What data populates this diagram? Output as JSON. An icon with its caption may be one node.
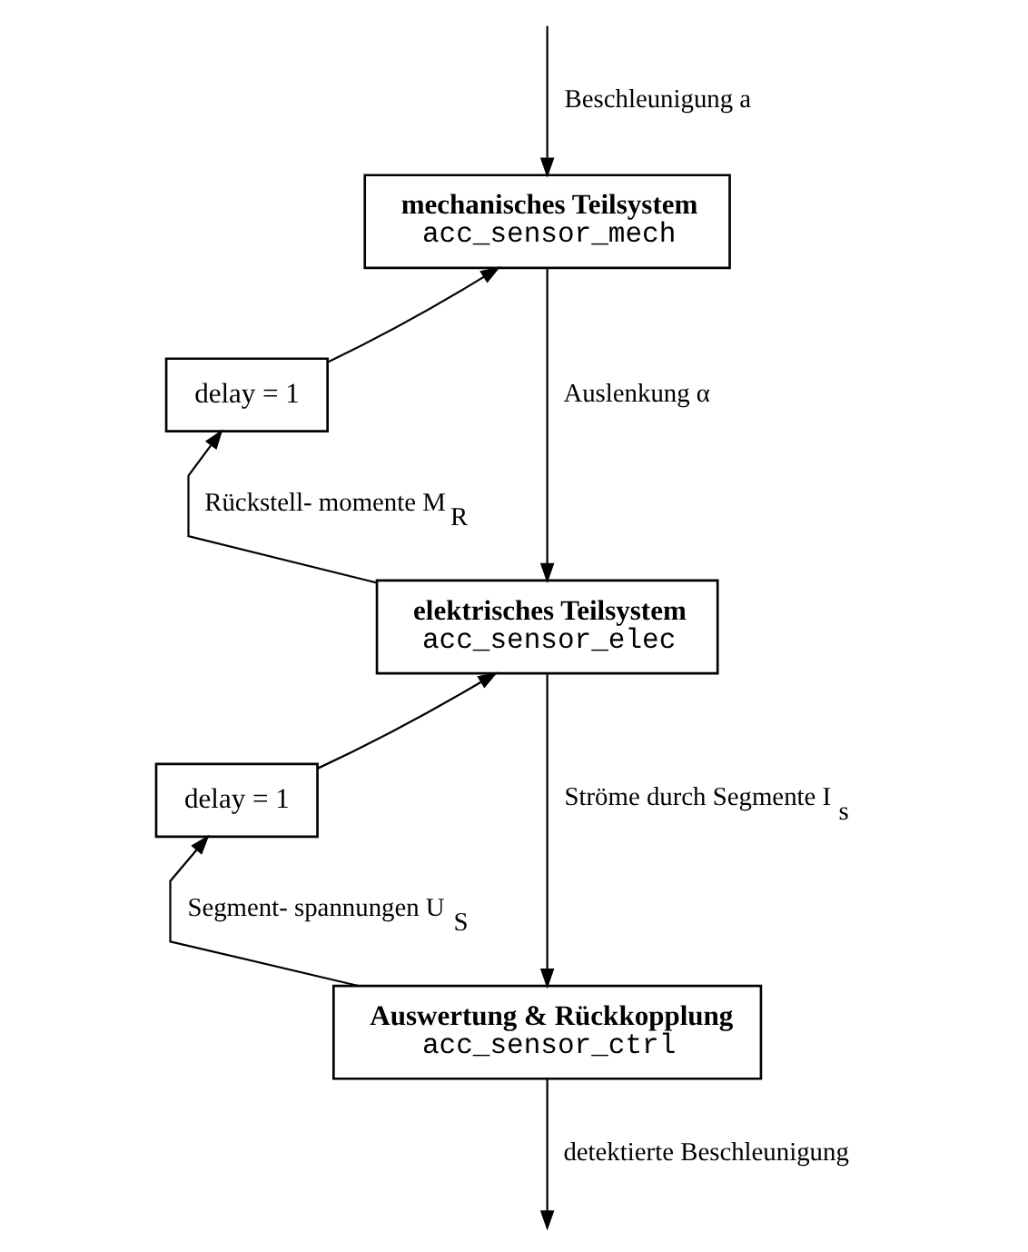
{
  "diagram": {
    "nodes": [
      {
        "text": [
          "mechanisches Teilsystem",
          "acc_sensor_mech"
        ]
      },
      {
        "text": [
          "delay = 1"
        ]
      },
      {
        "text": [
          "elektrisches Teilsystem",
          "acc_sensor_elec"
        ]
      },
      {
        "text": [
          "delay = 1"
        ]
      },
      {
        "text": [
          "Auswertung & Rückkopplung",
          "acc_sensor_ctrl"
        ]
      }
    ],
    "edges": [
      {
        "from": null,
        "to": 0,
        "arrow": "to",
        "label": "Beschleunigung a"
      },
      {
        "from": 0,
        "to": 2,
        "arrow": "to",
        "label": "Auslenkung α"
      },
      {
        "from": 2,
        "to": 1,
        "arrow": "to",
        "label": "Rückstell- momente M$_{R}$"
      },
      {
        "from": 1,
        "to": 0,
        "arrow": "to"
      },
      {
        "from": 2,
        "to": 4,
        "arrow": "to",
        "label": "Ströme durch Segmente I$_{s}$"
      },
      {
        "from": 4,
        "to": 3,
        "arrow": "to",
        "label": "Segment- spannungen U$_{S}$"
      },
      {
        "from": 3,
        "to": 2,
        "arrow": "to"
      },
      {
        "from": 4,
        "to": null,
        "arrow": "to",
        "label": "detektierte Beschleunigung"
      }
    ]
  }
}
